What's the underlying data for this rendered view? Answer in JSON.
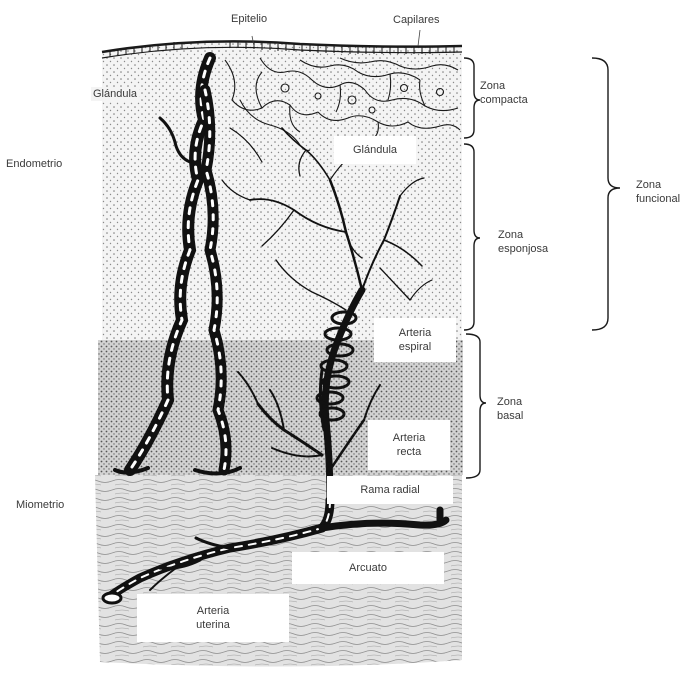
{
  "labels": {
    "epitelio": "Epitelio",
    "capilares": "Capilares",
    "glandula_top": "Glándula",
    "endometrio": "Endometrio",
    "miometrio": "Miometrio",
    "glandula_box": "Glándula",
    "arteria_espiral_1": "Arteria",
    "arteria_espiral_2": "espiral",
    "arteria_recta_1": "Arteria",
    "arteria_recta_2": "recta",
    "rama_radial": "Rama radial",
    "arcuato": "Arcuato",
    "arteria_uterina_1": "Arteria",
    "arteria_uterina_2": "uterina"
  },
  "zones": {
    "compacta_1": "Zona",
    "compacta_2": "compacta",
    "esponjosa_1": "Zona",
    "esponjosa_2": "esponjosa",
    "basal_1": "Zona",
    "basal_2": "basal",
    "funcional_1": "Zona",
    "funcional_2": "funcional"
  },
  "colors": {
    "ink": "#1a1a1a",
    "stipple": "#6e6e6e",
    "basal_shade": "#d4d4d4",
    "myometrium_shade": "#dcdcdc"
  }
}
